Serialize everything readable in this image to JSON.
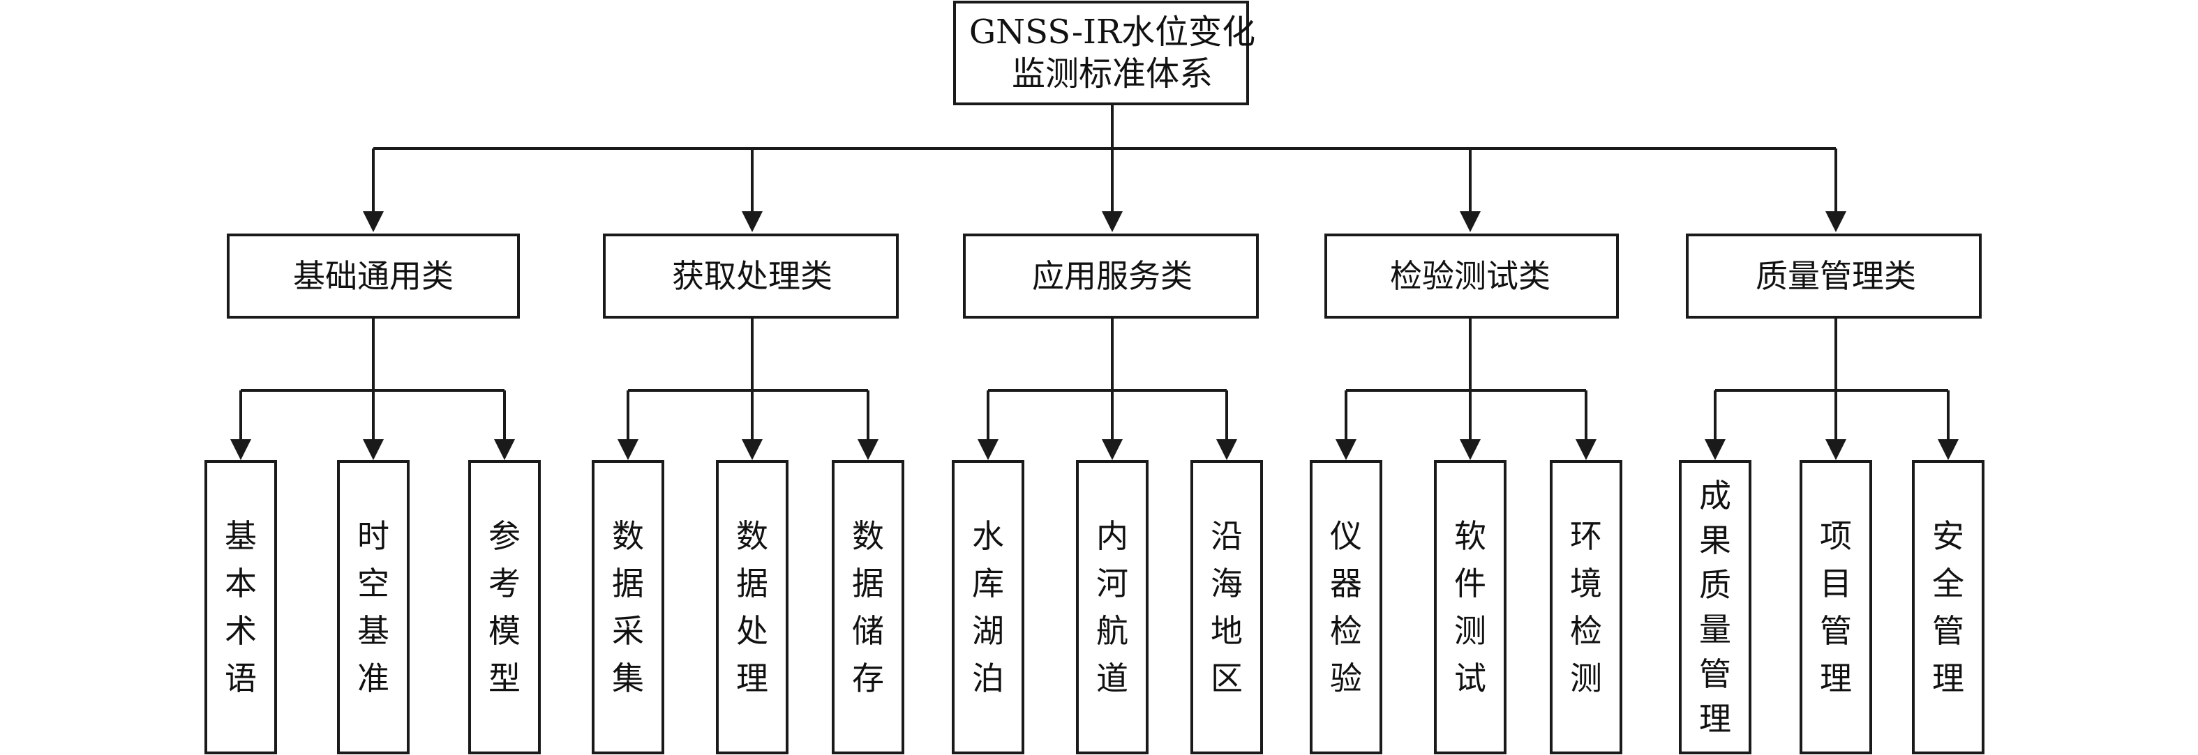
{
  "root": {
    "title": [
      "GNSS-IR水位变化",
      "监测标准体系"
    ]
  },
  "categories": [
    {
      "label": "基础通用类",
      "children": [
        "基本术语",
        "时空基准",
        "参考模型"
      ]
    },
    {
      "label": "获取处理类",
      "children": [
        "数据采集",
        "数据处理",
        "数据储存"
      ]
    },
    {
      "label": "应用服务类",
      "children": [
        "水库湖泊",
        "内河航道",
        "沿海地区"
      ]
    },
    {
      "label": "检验测试类",
      "children": [
        "仪器检验",
        "软件测试",
        "环境检测"
      ]
    },
    {
      "label": "质量管理类",
      "children": [
        "成果质量管理",
        "项目管理",
        "安全管理"
      ]
    }
  ],
  "colors": {
    "stroke": "#1a1a1a",
    "text": "#111111",
    "background": "#ffffff"
  }
}
